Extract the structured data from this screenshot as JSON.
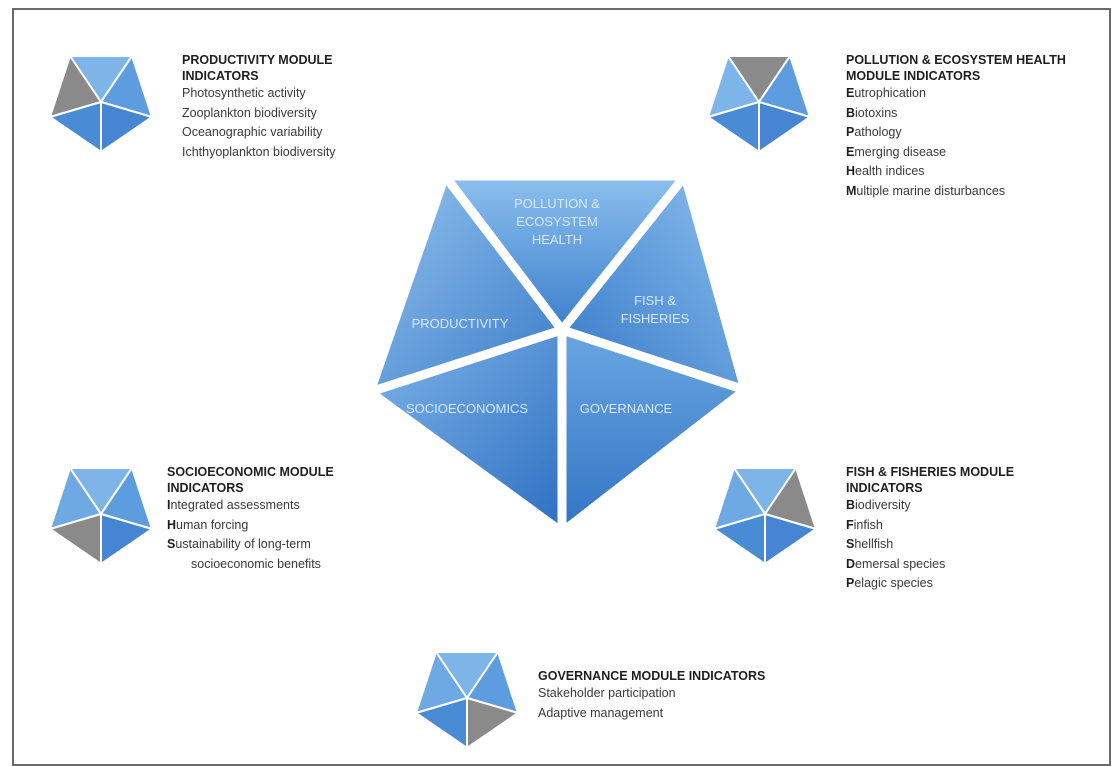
{
  "colors": {
    "blue_light": "#8cc0ee",
    "blue_dark": "#2f74c6",
    "gray": "#8a8a8a",
    "label": "#d7e8f8"
  },
  "center": {
    "pollution": [
      "POLLUTION &",
      "ECOSYSTEM",
      "HEALTH"
    ],
    "fish": [
      "FISH &",
      "FISHERIES"
    ],
    "productivity": [
      "PRODUCTIVITY"
    ],
    "socioeconomics": [
      "SOCIOECONOMICS"
    ],
    "governance": [
      "GOVERNANCE"
    ]
  },
  "modules": {
    "productivity": {
      "title": "PRODUCTIVITY MODULE INDICATORS",
      "items": [
        "Photosynthetic activity",
        "Zooplankton biodiversity",
        "Oceanographic variability",
        "Ichthyoplankton biodiversity"
      ]
    },
    "pollution": {
      "title": "POLLUTION & ECOSYSTEM HEALTH MODULE INDICATORS",
      "items": [
        {
          "initial": "E",
          "rest": "utrophication"
        },
        {
          "initial": "B",
          "rest": "iotoxins"
        },
        {
          "initial": "P",
          "rest": "athology"
        },
        {
          "initial": "E",
          "rest": "merging disease"
        },
        {
          "initial": "H",
          "rest": "ealth indices"
        },
        {
          "initial": "M",
          "rest": "ultiple marine disturbances"
        }
      ]
    },
    "socioeconomic": {
      "title": "SOCIOECONOMIC MODULE INDICATORS",
      "items": [
        {
          "initial": "I",
          "rest": "ntegrated assessments"
        },
        {
          "initial": "H",
          "rest": "uman forcing"
        },
        {
          "initial": "S",
          "rest": "ustainability of long-term"
        },
        {
          "initial": "",
          "rest": "socioeconomic benefits"
        }
      ]
    },
    "fish": {
      "title": "FISH & FISHERIES MODULE INDICATORS",
      "items": [
        {
          "initial": "B",
          "rest": "iodiversity"
        },
        {
          "initial": "F",
          "rest": "infish"
        },
        {
          "initial": "S",
          "rest": "hellfish"
        },
        {
          "initial": "D",
          "rest": "emersal species"
        },
        {
          "initial": "P",
          "rest": "elagic species"
        }
      ]
    },
    "governance": {
      "title": "GOVERNANCE MODULE INDICATORS",
      "items": [
        "Stakeholder participation",
        "Adaptive management"
      ]
    }
  }
}
